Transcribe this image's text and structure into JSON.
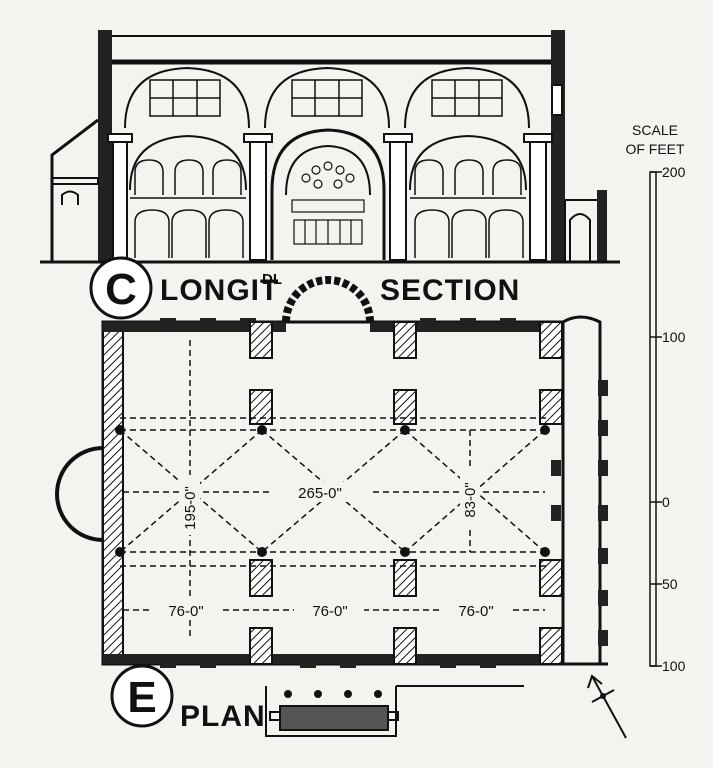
{
  "section": {
    "letter": "C",
    "title_left": "LONGIT",
    "title_sup": "DL",
    "title_right": "SECTION"
  },
  "plan": {
    "letter": "E",
    "title": "PLAN",
    "dimensions": {
      "overall_length": "265-0\"",
      "overall_width": "195-0\"",
      "bay_span": "83-0\"",
      "bays": [
        "76-0\"",
        "76-0\"",
        "76-0\""
      ]
    }
  },
  "scale": {
    "title_line1": "SCALE",
    "title_line2": "OF FEET",
    "ticks": [
      "200",
      "100",
      "0",
      "50",
      "100"
    ]
  }
}
